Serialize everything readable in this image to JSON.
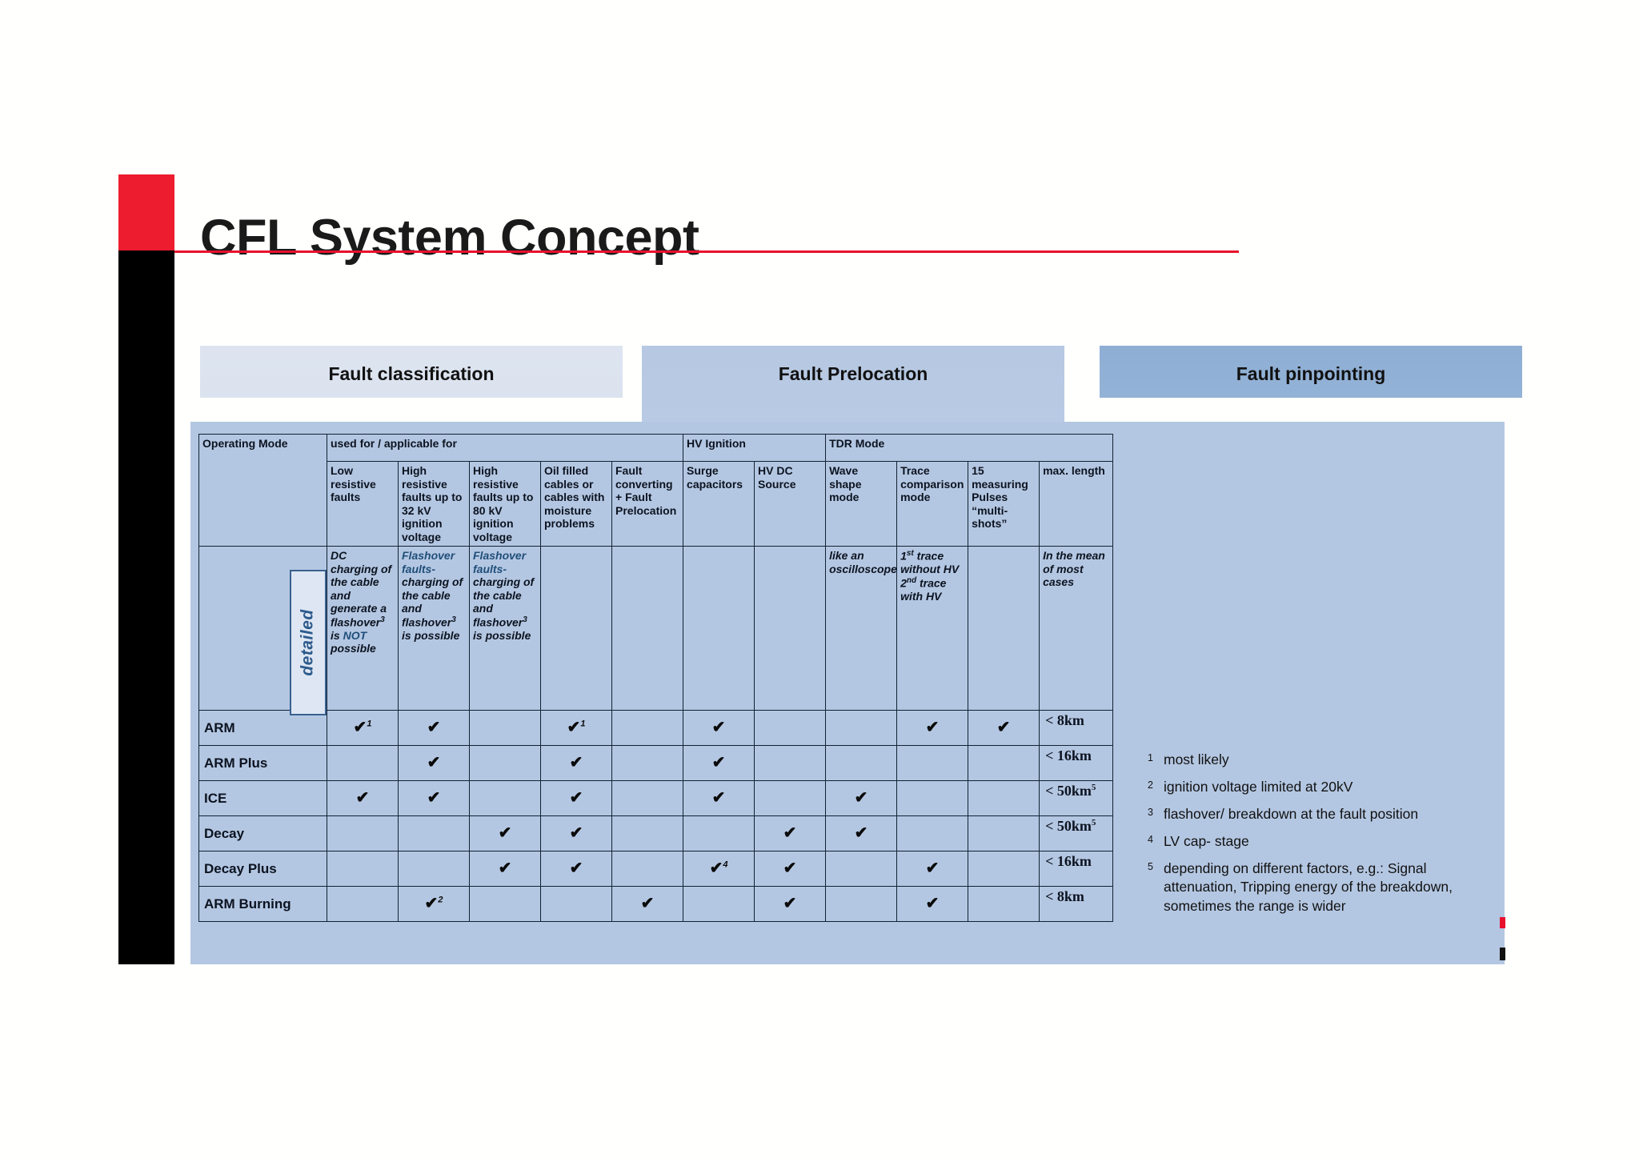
{
  "slide": {
    "title": "CFL System Concept",
    "accent_red": "#ed1c2e",
    "accent_black": "#000000",
    "panel_blue": "#b4c7e2"
  },
  "tabs": [
    {
      "label": "Fault classification"
    },
    {
      "label": "Fault Prelocation"
    },
    {
      "label": "Fault pinpointing"
    }
  ],
  "table": {
    "corner_header": "Operating Mode",
    "group_headers": [
      {
        "label": "used for / applicable for",
        "span": 5
      },
      {
        "label": "HV Ignition",
        "span": 2
      },
      {
        "label": "TDR Mode",
        "span": 4
      }
    ],
    "columns": [
      "Low resistive faults",
      "High resistive faults up to 32 kV ignition voltage",
      "High resistive faults up to 80 kV ignition voltage",
      "Oil filled cables or cables with moisture problems",
      "Fault converting + Fault Prelocation",
      "Surge capacitors",
      "HV DC Source",
      "Wave shape mode",
      "Trace comparison mode",
      "15 measuring Pulses “multi-shots”",
      "max. length"
    ],
    "detailed_label": "detailed",
    "detailed_row": [
      {
        "text": "DC charging of the cable and generate a flashover<sup>3</sup> is <b>NOT</b> possible",
        "light": true
      },
      {
        "text": "<b>Flashover faults-</b>charging of the cable and flashover<sup>3</sup> is possible",
        "light": true
      },
      {
        "text": "<b>Flashover faults-</b>charging of the cable and flashover<sup>3</sup> is possible",
        "light": true
      },
      {
        "text": "",
        "light": false
      },
      {
        "text": "",
        "light": false
      },
      {
        "text": "",
        "light": false
      },
      {
        "text": "",
        "light": false
      },
      {
        "text": "like an oscilloscope",
        "light": true
      },
      {
        "text": "1<sup>st</sup> trace without HV<br>2<sup>nd</sup> trace with HV",
        "light": true
      },
      {
        "text": "",
        "light": false
      },
      {
        "text": "In the mean of most cases",
        "light": true
      }
    ],
    "rows": [
      {
        "mode": "ARM",
        "marks": [
          "1",
          "x",
          "",
          "1",
          "",
          "x",
          "",
          "",
          "x",
          "x"
        ],
        "length": "< 8km",
        "length_sup": ""
      },
      {
        "mode": "ARM Plus",
        "marks": [
          "",
          "x",
          "",
          "x",
          "",
          "x",
          "",
          "",
          "",
          ""
        ],
        "length": "< 16km",
        "length_sup": ""
      },
      {
        "mode": "ICE",
        "marks": [
          "x",
          "x",
          "",
          "x",
          "",
          "x",
          "",
          "x",
          "",
          ""
        ],
        "length": "< 50km",
        "length_sup": "5"
      },
      {
        "mode": "Decay",
        "marks": [
          "",
          "",
          "x",
          "x",
          "",
          "",
          "x",
          "x",
          "",
          ""
        ],
        "length": "< 50km",
        "length_sup": "5"
      },
      {
        "mode": "Decay Plus",
        "marks": [
          "",
          "",
          "x",
          "x",
          "",
          "4",
          "x",
          "",
          "x",
          ""
        ],
        "length": "< 16km",
        "length_sup": ""
      },
      {
        "mode": "ARM Burning",
        "marks": [
          "",
          "2",
          "",
          "",
          "x",
          "",
          "x",
          "",
          "x",
          ""
        ],
        "length": "< 8km",
        "length_sup": ""
      }
    ]
  },
  "footnotes": [
    {
      "num": "1",
      "text": "most likely"
    },
    {
      "num": "2",
      "text": "ignition voltage limited at 20kV"
    },
    {
      "num": "3",
      "text": "flashover/ breakdown at the fault position"
    },
    {
      "num": "4",
      "text": "LV cap- stage"
    },
    {
      "num": "5",
      "text": "depending on different factors, e.g.: Signal attenuation,    Tripping energy of the breakdown, sometimes the range is wider"
    }
  ]
}
